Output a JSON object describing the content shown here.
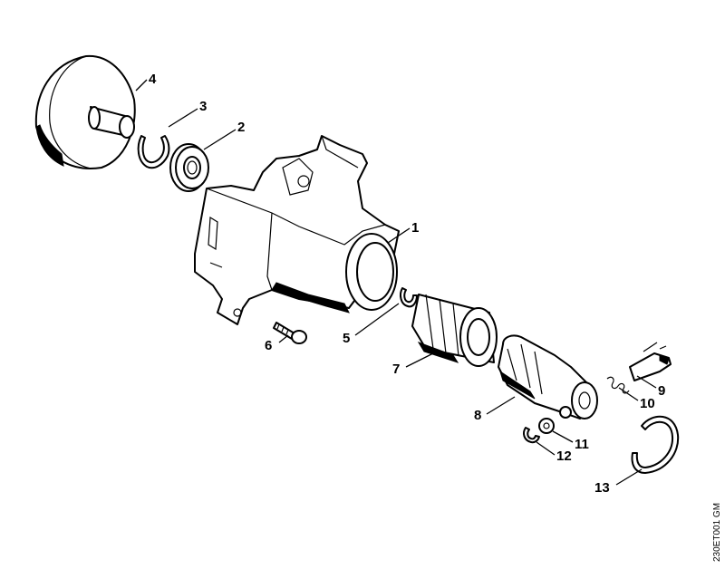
{
  "diagram": {
    "code": "230ET001 GM",
    "callouts": [
      "1",
      "2",
      "3",
      "4",
      "5",
      "6",
      "7",
      "8",
      "9",
      "10",
      "11",
      "12",
      "13"
    ]
  }
}
